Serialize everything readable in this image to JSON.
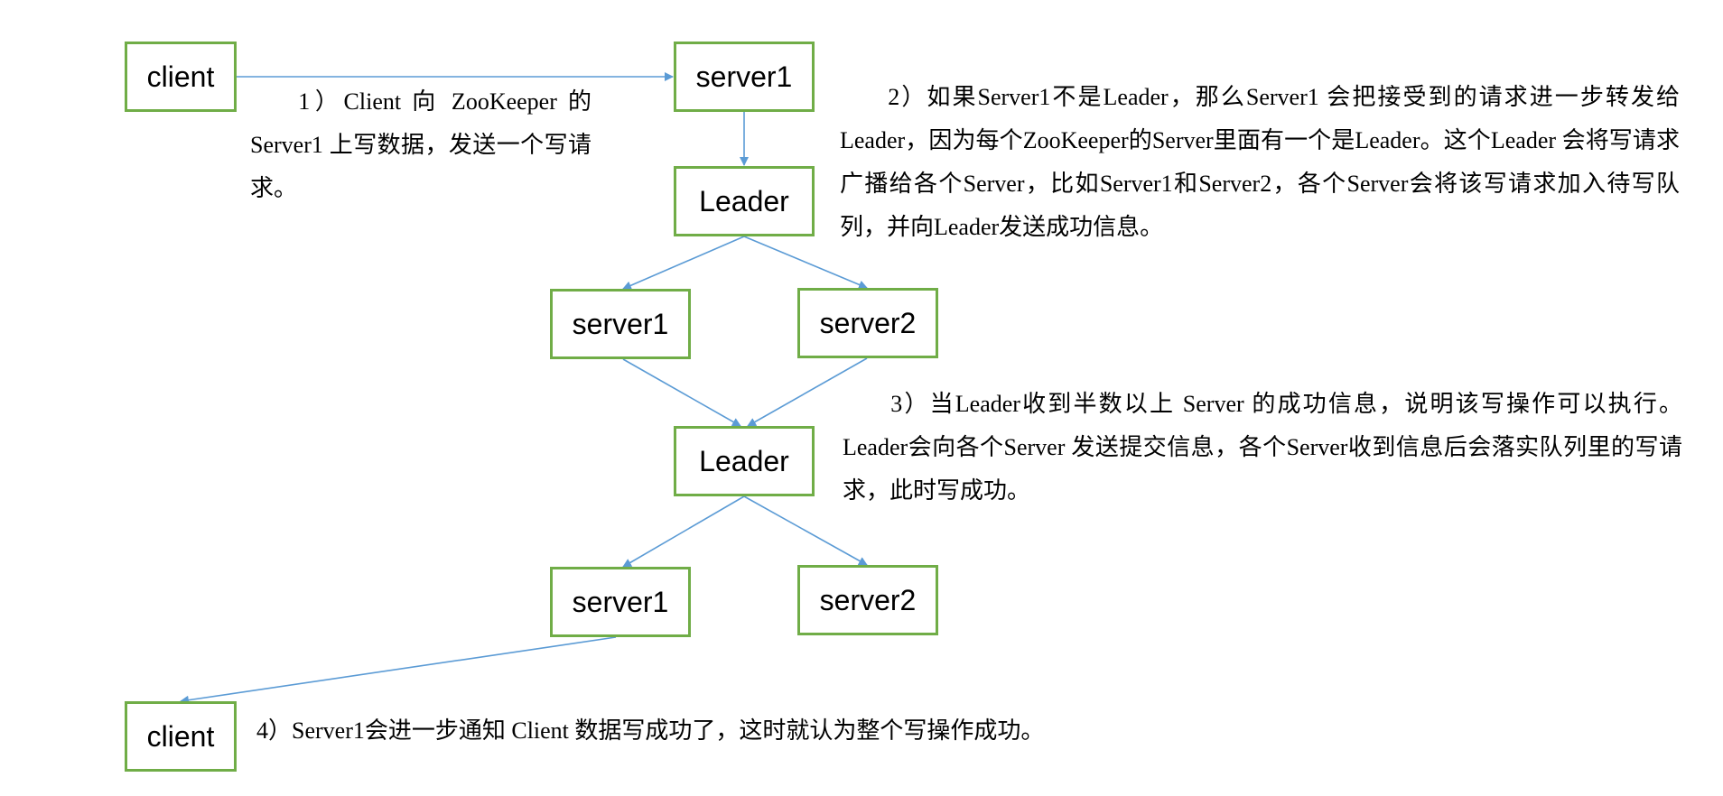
{
  "colors": {
    "node_border": "#70AD47",
    "arrow": "#5B9BD5",
    "text": "#000000",
    "background": "#FFFFFF"
  },
  "nodes": {
    "client_top": "client",
    "server1_top": "server1",
    "leader_1": "Leader",
    "server1_mid": "server1",
    "server2_mid": "server2",
    "leader_2": "Leader",
    "server1_bottom": "server1",
    "server2_bottom": "server2",
    "client_bottom": "client"
  },
  "steps": {
    "step1": "1）Client 向 ZooKeeper 的 Server1 上写数据，发送一个写请求。",
    "step2": "2）如果Server1不是Leader，那么Server1 会把接受到的请求进一步转发给Leader，因为每个ZooKeeper的Server里面有一个是Leader。这个Leader 会将写请求广播给各个Server，比如Server1和Server2，各个Server会将该写请求加入待写队列，并向Leader发送成功信息。",
    "step3": "3）当Leader收到半数以上 Server 的成功信息，说明该写操作可以执行。Leader会向各个Server 发送提交信息，各个Server收到信息后会落实队列里的写请求，此时写成功。",
    "step4": "4）Server1会进一步通知 Client 数据写成功了，这时就认为整个写操作成功。"
  }
}
